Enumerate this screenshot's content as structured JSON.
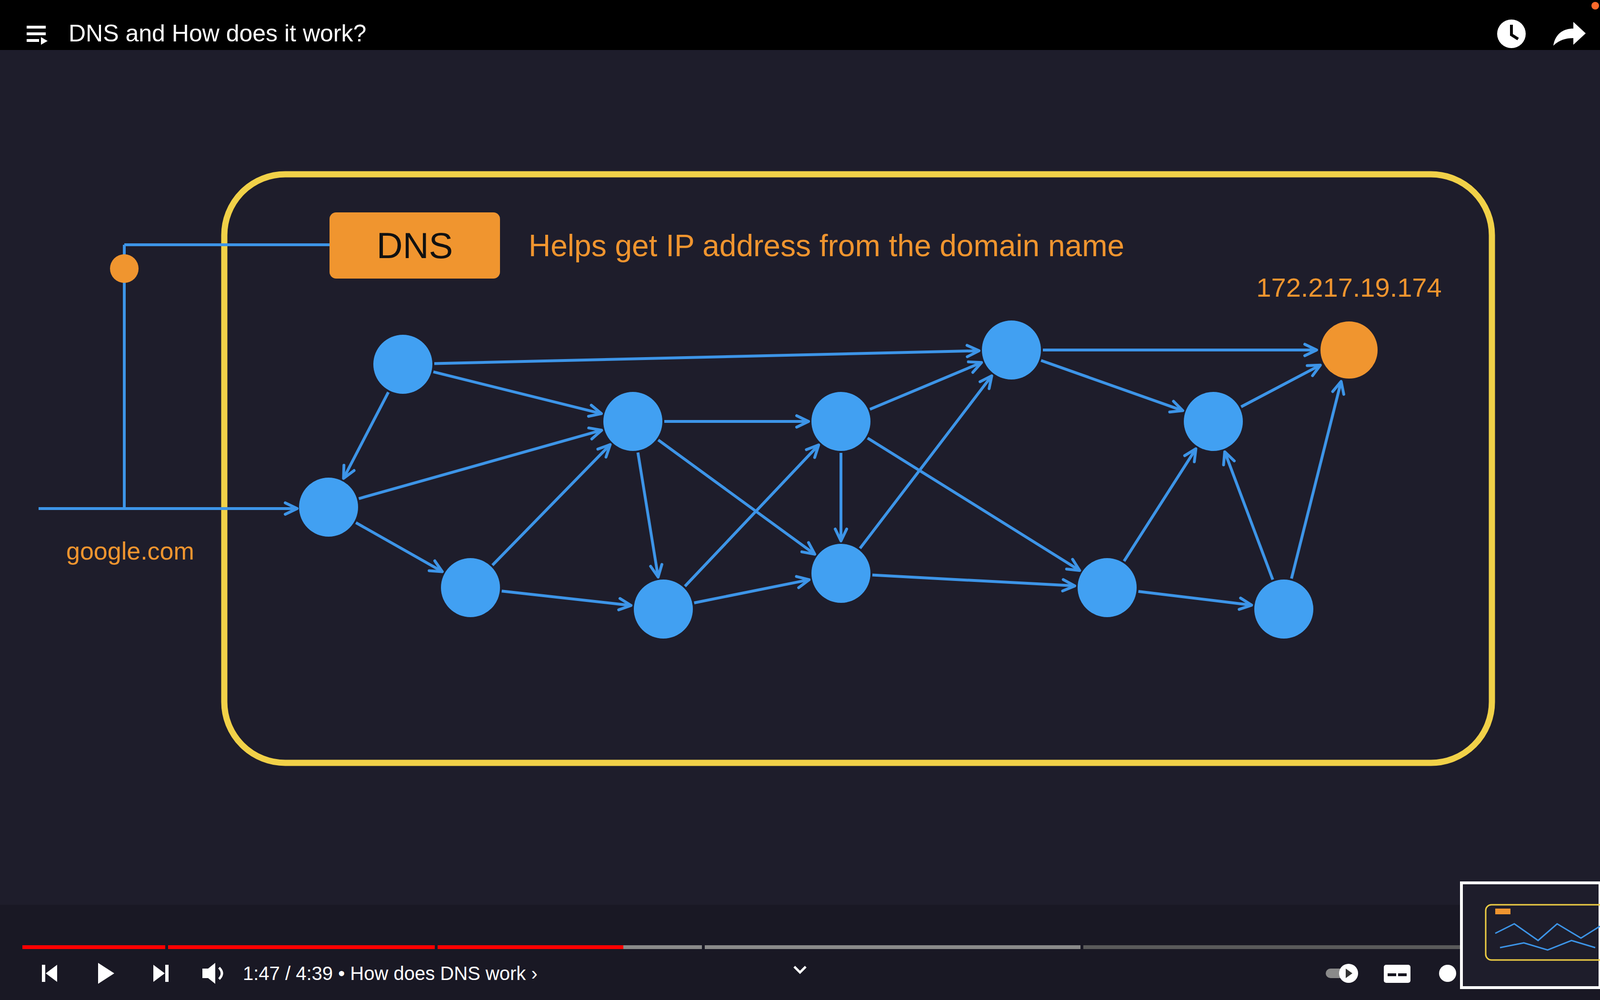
{
  "diagram": {
    "title": "DNS and How does it work?",
    "nodes": [
      {
        "text": [
          "DNS"
        ]
      },
      {
        "text": [
          "172.217.19.174"
        ]
      }
    ],
    "labels": [
      "Helps get IP address from the domain name",
      "google.com",
      "1:47 / 4:39 • How does DNS work ›"
    ]
  }
}
